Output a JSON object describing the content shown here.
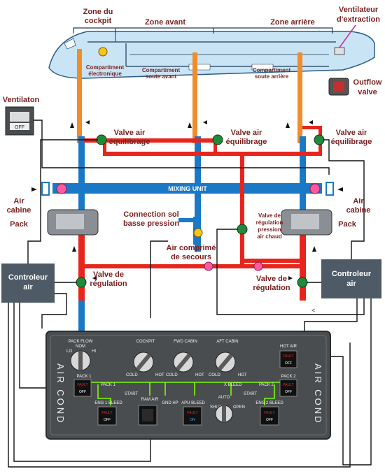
{
  "labels": {
    "zone_cockpit_1": "Zone du",
    "zone_cockpit_2": "cockpit",
    "zone_avant": "Zone avant",
    "zone_arriere": "Zone arrière",
    "ventilateur_1": "Ventilateur",
    "ventilateur_2": "d'extraction",
    "comp_elec_1": "Compartiment",
    "comp_elec_2": "électronique",
    "soute_avant_1": "Compartiment",
    "soute_avant_2": "soute avant",
    "soute_arriere_1": "Compartiment",
    "soute_arriere_2": "soute arrière",
    "outflow_1": "Outflow",
    "outflow_2": "valve",
    "ventilation": "Ventilaton",
    "switch_off": "OFF",
    "valve_eq_left_1": "Valve air",
    "valve_eq_left_2": "équilibrage",
    "valve_eq_mid_1": "Valve air",
    "valve_eq_mid_2": "équilibrage",
    "valve_eq_right_1": "Valve air",
    "valve_eq_right_2": "équilibrage",
    "mixing_unit": "MIXING UNIT",
    "air_cabine_left_1": "Air",
    "air_cabine_left_2": "cabine",
    "air_cabine_right_1": "Air",
    "air_cabine_right_2": "cabine",
    "pack_left": "Pack",
    "pack_right": "Pack",
    "connection_sol_1": "Connection sol",
    "connection_sol_2": "basse pression",
    "air_comprime_1": "Air comprimé",
    "air_comprime_2": "de secours",
    "valve_reg_press_1": "Valve de",
    "valve_reg_press_2": "régulation",
    "valve_reg_press_3": "pression",
    "valve_reg_press_4": "air chaud",
    "controleur_left_1": "Controleur",
    "controleur_left_2": "air",
    "controleur_right_1": "Controleur",
    "controleur_right_2": "air",
    "valve_reg_left_1": "Valve de",
    "valve_reg_left_2": "régulation",
    "valve_reg_right_1": "Valve de",
    "valve_reg_right_2": "régulation",
    "stray_mark": "<"
  },
  "panel": {
    "pack_flow": "PACK FLOW",
    "nom": "NOM",
    "lo": "LO",
    "hi": "HI",
    "cockpit": "COCKPIT",
    "fwd_cabin": "FWD CABIN",
    "aft_cabin": "AFT CABIN",
    "cold": "COLD",
    "hot": "HOT",
    "hot_air": "HOT AIR",
    "pack_1": "PACK 1",
    "pack_2": "PACK 2",
    "x_bleed": "X BLEED",
    "start": "START",
    "ram_air": "RAM AIR",
    "gnd_hp": "GND HP",
    "apu_bleed": "APU BLEED",
    "auto": "AUTO",
    "shut": "SHUT",
    "open": "OPEN",
    "eng1_bleed": "ENG 1 BLEED",
    "eng2_bleed": "ENG 2 BLEED",
    "fault": "FAULT",
    "off": "OFF",
    "on": "ON",
    "air_cond": "AIR COND"
  },
  "colors": {
    "hot_air": "#e8251c",
    "cold_air": "#1a79c6",
    "trim": "#f08c2a",
    "valve": "#1f8a3a",
    "controller": "#4e5a66",
    "panel": "#4a4d50",
    "label": "#7a1f1f",
    "green_line": "#7cfc00"
  }
}
